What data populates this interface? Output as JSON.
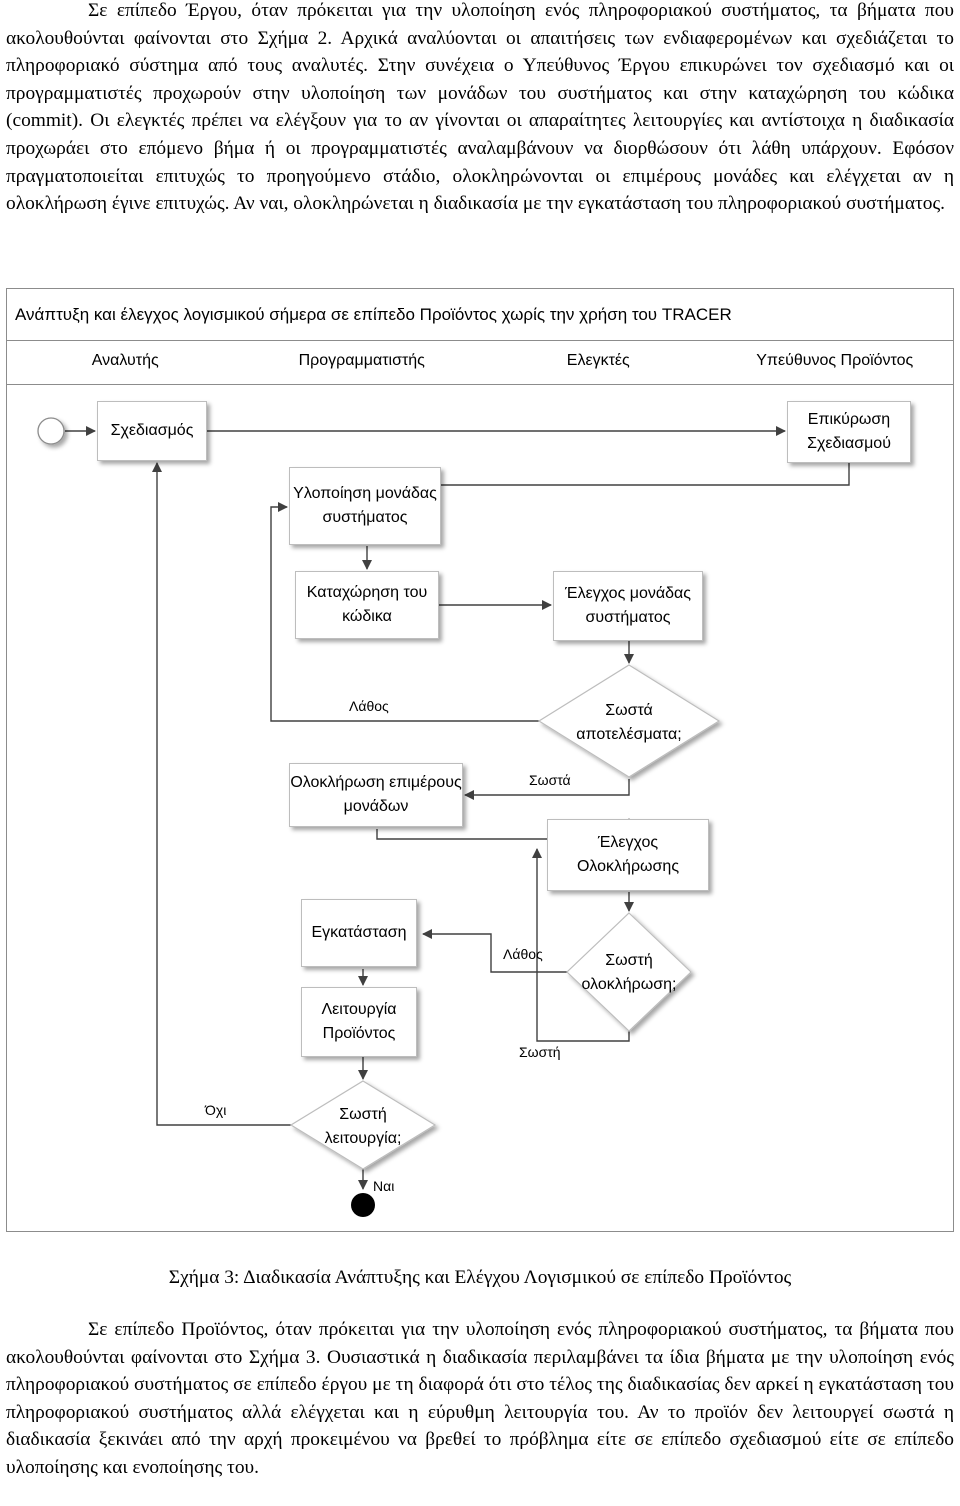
{
  "top_paragraph": "Σε επίπεδο Έργου, όταν πρόκειται για την υλοποίηση ενός πληροφοριακού συστήματος, τα βήματα που ακολουθούνται φαίνονται στο Σχήμα 2. Αρχικά αναλύονται οι απαιτήσεις των ενδιαφερομένων και σχεδιάζεται το πληροφοριακό σύστημα από τους αναλυτές. Στην συνέχεια ο Υπεύθυνος Έργου επικυρώνει τον σχεδιασμό και οι προγραμματιστές προχωρούν στην υλοποίηση των μονάδων του συστήματος και στην καταχώρηση του κώδικα (commit). Οι ελεγκτές πρέπει να ελέγξουν για το αν γίνονται οι απαραίτητες λειτουργίες και αντίστοιχα η διαδικασία προχωράει στο επόμενο βήμα ή οι προγραμματιστές αναλαμβάνουν να διορθώσουν ότι λάθη υπάρχουν. Εφόσον πραγματοποιείται επιτυχώς το προηγούμενο στάδιο, ολοκληρώνονται οι επιμέρους μονάδες και ελέγχεται αν η ολοκλήρωση έγινε επιτυχώς. Αν ναι, ολοκληρώνεται η διαδικασία με την εγκατάσταση του πληροφοριακού συστήματος.",
  "figure": {
    "title": "Ανάπτυξη και έλεγχος λογισμικού σήμερα σε επίπεδο Προϊόντος χωρίς την χρήση του TRACER",
    "lanes": [
      "Αναλυτής",
      "Προγραμματιστής",
      "Ελεγκτές",
      "Υπεύθυνος Προϊόντος"
    ],
    "nodes": {
      "design": "Σχεδιασμός",
      "design_validation": "Επικύρωση Σχεδιασμού",
      "unit_implementation": "Υλοποίηση μονάδας συστήματος",
      "code_commit": "Καταχώρηση του κώδικα",
      "unit_test": "Έλεγχος μονάδας συστήματος",
      "correct_results": "Σωστά αποτελέσματα;",
      "units_integration": "Ολοκλήρωση επιμέρους μονάδων",
      "integration_check": "Έλεγχος Ολοκλήρωσης",
      "correct_integration": "Σωστή ολοκλήρωση;",
      "installation": "Εγκατάσταση",
      "product_operation": "Λειτουργία Προϊόντος",
      "correct_operation": "Σωστή λειτουργία;"
    },
    "edge_labels": {
      "error_1": "Λάθος",
      "correct_1": "Σωστά",
      "error_2": "Λάθος",
      "correct_2": "Σωστή",
      "no": "Όχι",
      "yes": "Ναι"
    }
  },
  "caption": "Σχήμα 3: Διαδικασία Ανάπτυξης και Ελέγχου Λογισμικού σε επίπεδο Προϊόντος",
  "bottom_paragraph": "Σε επίπεδο Προϊόντος, όταν πρόκειται για την υλοποίηση ενός πληροφοριακού συστήματος, τα βήματα που ακολουθούνται φαίνονται στο Σχήμα 3. Ουσιαστικά η διαδικασία περιλαμβάνει τα ίδια βήματα με την υλοποίηση ενός πληροφοριακού συστήματος σε επίπεδο έργου με τη διαφορά ότι στο τέλος της διαδικασίας δεν αρκεί η εγκατάσταση του πληροφοριακού συστήματος αλλά ελέγχεται και η εύρυθμη λειτουργία του. Αν το προϊόν δεν λειτουργεί σωστά η διαδικασία ξεκινάει από την αρχή προκειμένου να βρεθεί το πρόβλημα είτε σε επίπεδο σχεδιασμού είτε σε επίπεδο υλοποίησης και ενοποίησης του."
}
